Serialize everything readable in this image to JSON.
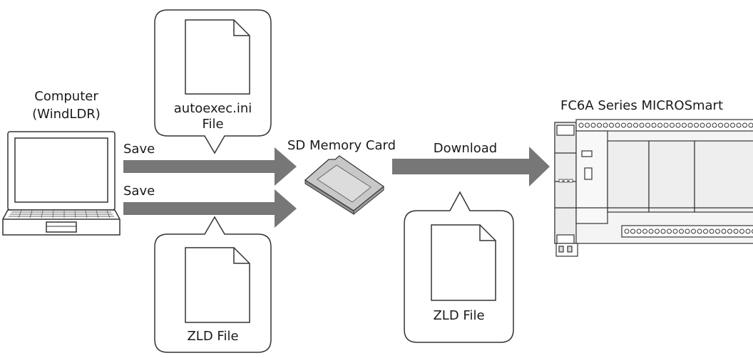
{
  "computer": {
    "label_line1": "Computer",
    "label_line2": "(WindLDR)"
  },
  "arrows": {
    "save_top": "Save",
    "save_bottom": "Save",
    "download": "Download"
  },
  "callouts": {
    "top_file_line1": "autoexec.ini",
    "top_file_line2": "File",
    "bottom_file": "ZLD File",
    "download_file": "ZLD File"
  },
  "sd_card": {
    "label": "SD Memory Card"
  },
  "plc": {
    "label": "FC6A Series MICROSmart"
  },
  "colors": {
    "arrow": "#777777",
    "outline": "#333333",
    "card": "#c8c8c8",
    "plc_body": "#f4f4f4"
  }
}
